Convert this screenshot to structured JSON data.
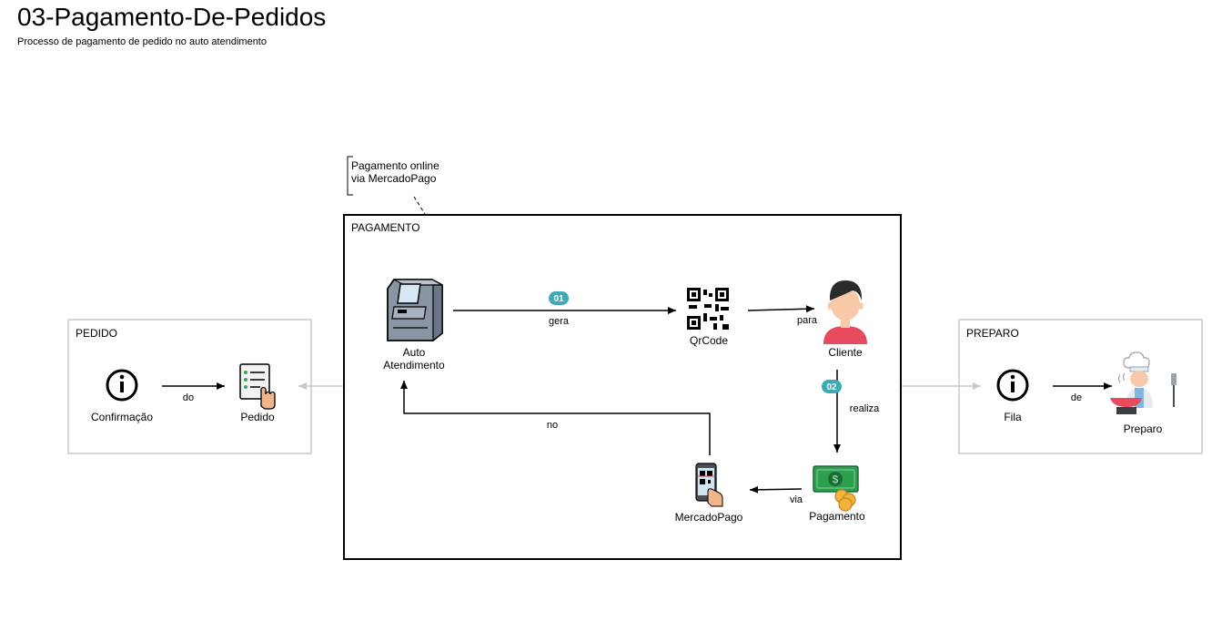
{
  "header": {
    "title": "03-Pagamento-De-Pedidos",
    "subtitle": "Processo de pagamento de pedido no auto atendimento"
  },
  "annotation": {
    "line1": "Pagamento online",
    "line2": "via MercadoPago"
  },
  "groups": {
    "pedido": "PEDIDO",
    "pagamento": "PAGAMENTO",
    "preparo": "PREPARO"
  },
  "nodes": {
    "confirmacao": "Confirmação",
    "pedido": "Pedido",
    "auto_line1": "Auto",
    "auto_line2": "Atendimento",
    "qrcode": "QrCode",
    "cliente": "Cliente",
    "pagamento": "Pagamento",
    "mercadopago": "MercadoPago",
    "fila": "Fila",
    "preparo": "Preparo"
  },
  "edges": {
    "do": "do",
    "gera": "gera",
    "para": "para",
    "realiza": "realiza",
    "via": "via",
    "no": "no",
    "de": "de"
  },
  "badges": {
    "step1": "01",
    "step2": "02"
  },
  "colors": {
    "badge": "#3fa9b5",
    "group_border_light": "#c8c8c8",
    "group_border_dark": "#000000",
    "atm_body": "#8a95a3",
    "money_green": "#2e9e4f",
    "coin": "#f2b33d",
    "skin": "#f7c9a8",
    "shirt": "#e84a5f"
  }
}
